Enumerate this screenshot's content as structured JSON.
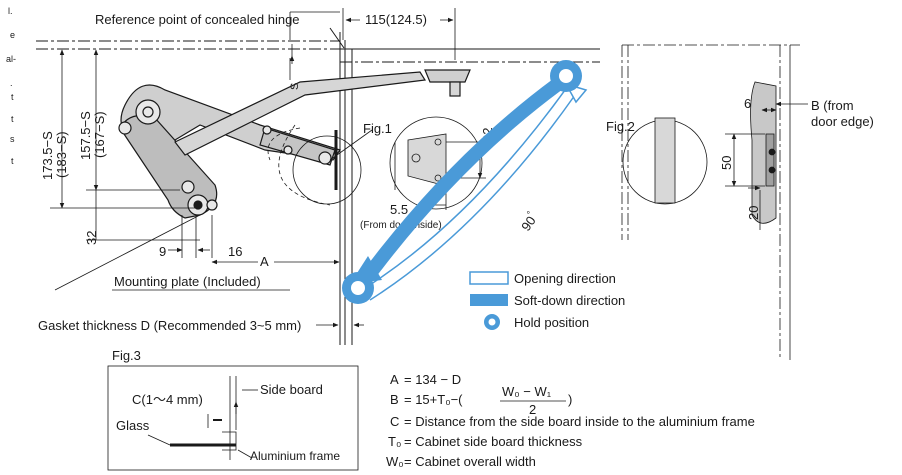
{
  "side_text": [
    "l.",
    "e",
    "al-",
    ".",
    "t",
    "t",
    "s",
    "t"
  ],
  "labels": {
    "reference_point": "Reference point of concealed hinge",
    "dim_115": "115(124.5)",
    "s_small": "S",
    "dim_173": "173.5−S",
    "dim_173_alt": "(183−S)",
    "dim_157": "157.5−S",
    "dim_157_alt": "(167−S)",
    "dim_32_left": "32",
    "dim_9": "9",
    "dim_16": "16",
    "dim_a": "A",
    "mounting_plate": "Mounting plate (Included)",
    "fig1": "Fig.1",
    "fig1_32": "32",
    "fig1_55": "5.5",
    "fig1_note": "(From door inside)",
    "angle_90": "90",
    "degree": "°",
    "fig2": "Fig.2",
    "fig2_6": "6",
    "fig2_b": "B (from",
    "fig2_b2": "door edge)",
    "fig2_50": "50",
    "fig2_20": "20",
    "gasket": "Gasket thickness D (Recommended 3~5 mm)",
    "fig3": "Fig.3",
    "fig3_c": "C(1～4 mm)",
    "fig3_side": "Side board",
    "fig3_glass": "Glass",
    "fig3_alu": "Aluminium frame"
  },
  "legend": {
    "opening": "Opening direction",
    "softdown": "Soft-down direction",
    "hold": "Hold position",
    "colors": {
      "blue": "#4a9ad8",
      "dark": "#1a1a1a"
    }
  },
  "formulas": {
    "a_lhs": "A",
    "a_rhs": "= 134 − D",
    "b_lhs": "B",
    "b_rhs": "= 15+T₀−(",
    "b_num": "W₀ − W₁",
    "b_den": "2",
    "b_close": ")",
    "c_lhs": "C",
    "c_rhs": "= Distance from the side board inside to the aluminium frame",
    "t0_lhs": "T₀",
    "t0_rhs": "= Cabinet side board thickness",
    "w0_lhs": "W₀",
    "w0_rhs": "= Cabinet overall width"
  }
}
